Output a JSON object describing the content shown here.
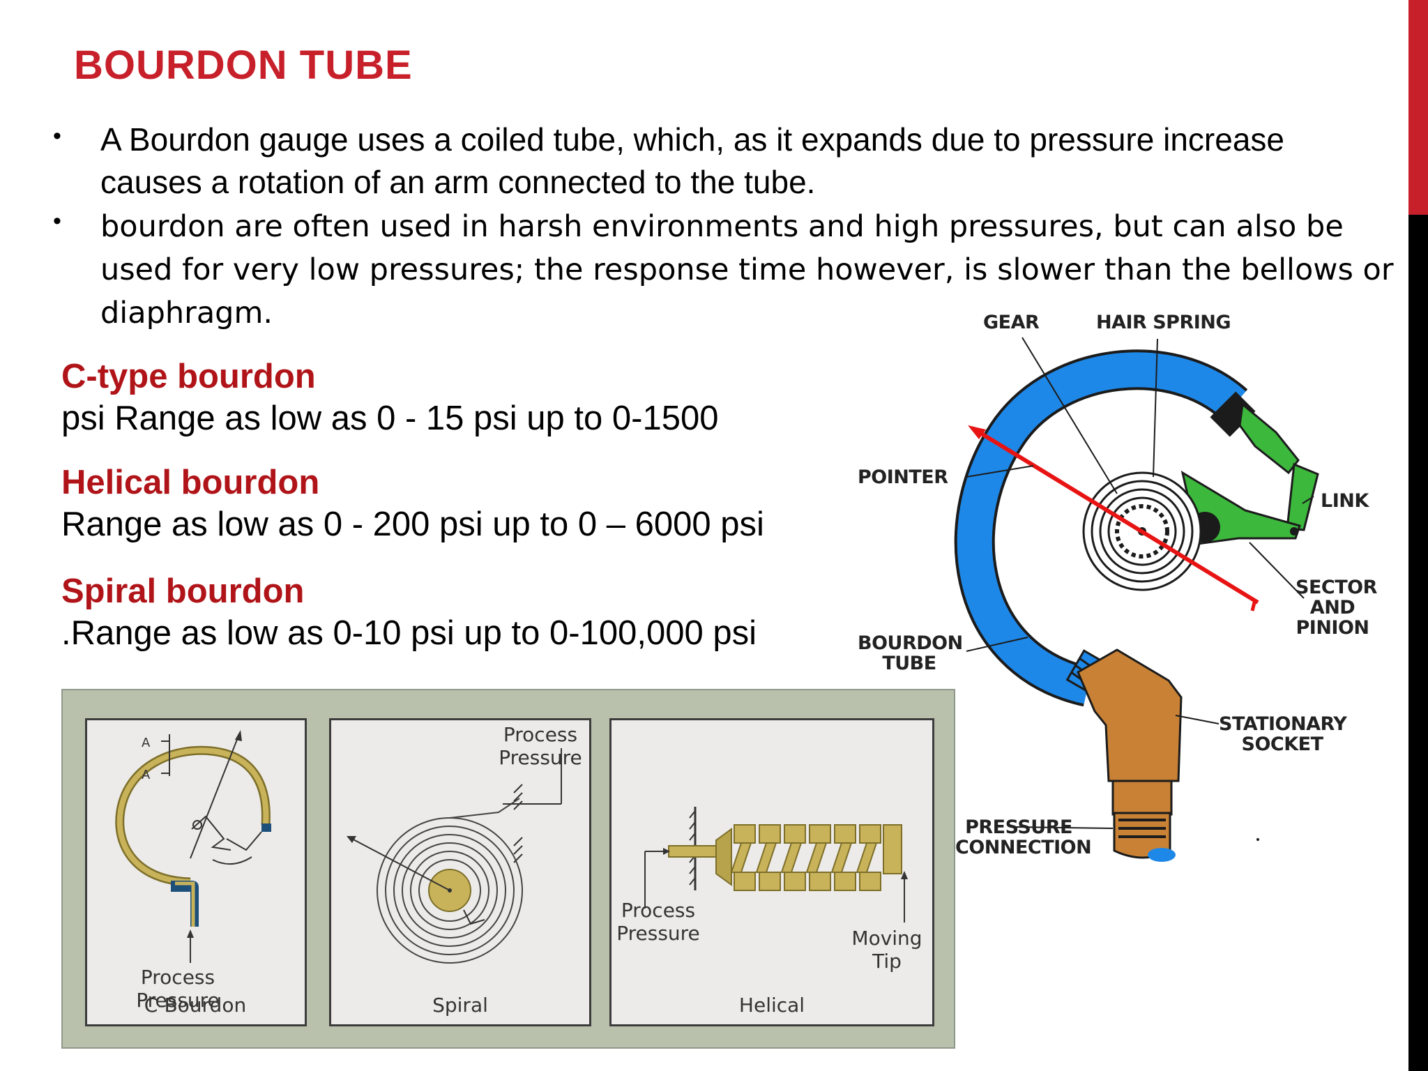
{
  "slide": {
    "title": "BOURDON TUBE",
    "accent_color": "#c8202a",
    "bullet_symbol": "•",
    "bullets": [
      "A Bourdon gauge uses a coiled tube, which, as it expands due to pressure increase causes a  rotation of an arm connected to the tube.",
      "bourdon are often used in harsh  environments and high pressures, but can also be used for very low pressures; the response time however, is slower than the bellows or diaphragm."
    ],
    "sections": [
      {
        "heading": "C-type bourdon",
        "text": "psi  Range as low as 0 - 15 psi up to 0-1500"
      },
      {
        "heading": "Helical bourdon",
        "text": "Range as low as 0 - 200 psi up to 0 – 6000 psi"
      },
      {
        "heading": "Spiral bourdon",
        "text": ".Range as low as 0-10 psi up to 0-100,000 psi"
      }
    ]
  },
  "types_figure": {
    "c_bourdon": {
      "marker_a1": "A",
      "marker_a2": "A",
      "pressure_label": "Process Pressure",
      "caption": "C-Bourdon"
    },
    "spiral": {
      "pressure_label": "Process Pressure",
      "caption": "Spiral"
    },
    "helical": {
      "pressure_label": "Process Pressure",
      "tip_label": "Moving Tip",
      "caption": "Helical"
    }
  },
  "gauge_diagram": {
    "labels": {
      "gear": "GEAR",
      "hair_spring": "HAIR SPRING",
      "pointer": "POINTER",
      "link": "LINK",
      "sector_and_pinion": "SECTOR AND PINION",
      "bourdon_tube": "BOURDON TUBE",
      "stationary_socket": "STATIONARY SOCKET",
      "pressure_connection": "PRESSURE CONNECTION"
    },
    "colors": {
      "tube": "#1e88e8",
      "link": "#3cb83c",
      "pointer": "#e81414",
      "socket": "#c98235"
    }
  }
}
